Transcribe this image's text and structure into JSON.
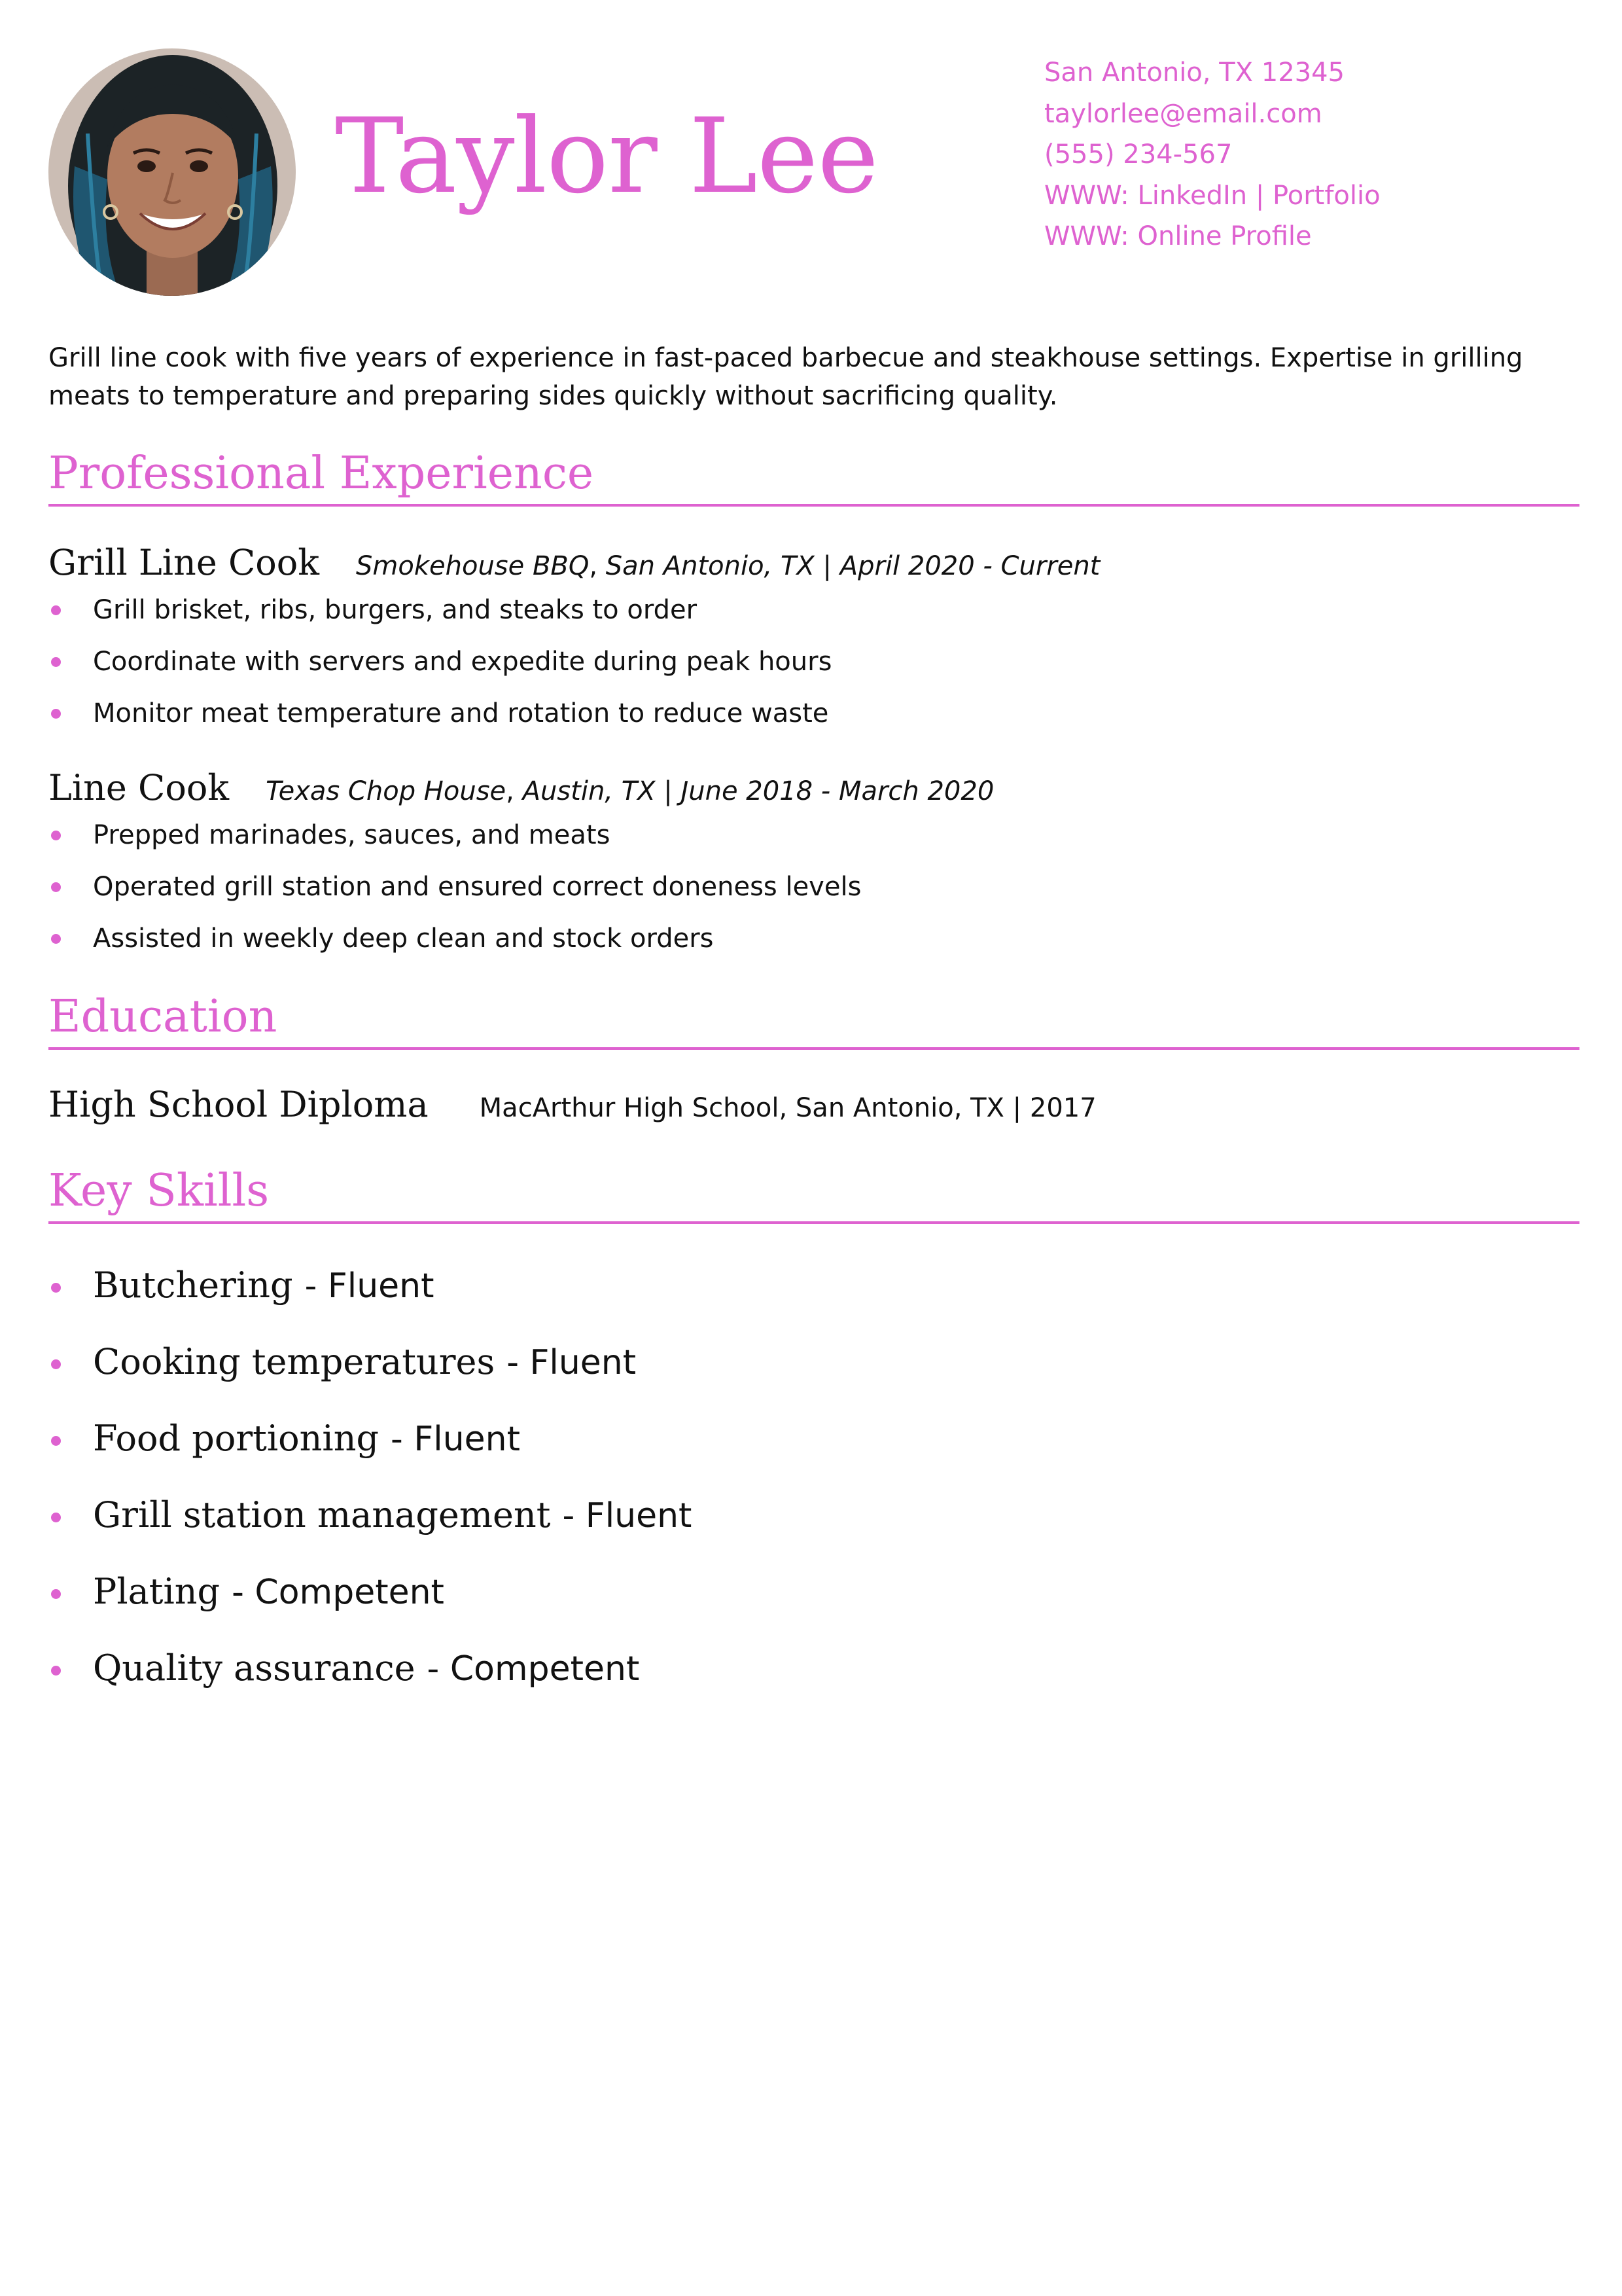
{
  "header": {
    "name": "Taylor Lee",
    "contact": [
      "San Antonio, TX 12345",
      "taylorlee@email.com",
      "(555) 234-567",
      "WWW: LinkedIn | Portfolio",
      "WWW: Online Profile"
    ]
  },
  "summary": "Grill line cook with five years of experience in fast-paced barbecue and steakhouse settings. Expertise in grilling meats to temperature and preparing sides quickly without sacrificing quality.",
  "experience": {
    "heading": "Professional Experience",
    "jobs": [
      {
        "title": "Grill Line Cook",
        "company": "Smokehouse BBQ",
        "location": "San Antonio, TX",
        "dates": "April 2020 - Current",
        "bullets": [
          "Grill brisket, ribs, burgers, and steaks to order",
          "Coordinate with servers and expedite during peak hours",
          "Monitor meat temperature and rotation to reduce waste"
        ]
      },
      {
        "title": "Line Cook",
        "company": "Texas Chop House",
        "location": "Austin, TX",
        "dates": "June 2018 - March 2020",
        "bullets": [
          "Prepped marinades, sauces, and meats",
          "Operated grill station and ensured correct doneness levels",
          "Assisted in weekly deep clean and stock orders"
        ]
      }
    ]
  },
  "education": {
    "heading": "Education",
    "degree": "High School Diploma",
    "details": "MacArthur High School, San Antonio, TX | 2017"
  },
  "skills": {
    "heading": "Key Skills",
    "items": [
      {
        "name": "Butchering",
        "level": "- Fluent"
      },
      {
        "name": "Cooking temperatures",
        "level": "- Fluent"
      },
      {
        "name": "Food portioning",
        "level": "- Fluent"
      },
      {
        "name": "Grill station management",
        "level": "- Fluent"
      },
      {
        "name": "Plating",
        "level": "- Competent"
      },
      {
        "name": "Quality assurance",
        "level": "- Competent"
      }
    ]
  },
  "colors": {
    "accent": "#de62d0",
    "text": "#111111"
  }
}
